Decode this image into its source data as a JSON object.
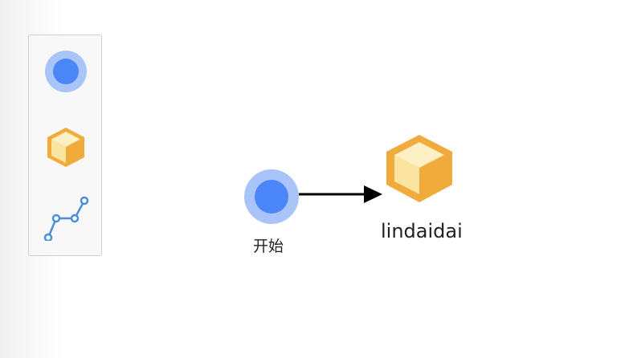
{
  "palette": {
    "items": [
      {
        "icon": "start-event-icon",
        "tool": "start-event"
      },
      {
        "icon": "cube-node-icon",
        "tool": "task-node"
      },
      {
        "icon": "polyline-edge-icon",
        "tool": "connection"
      }
    ]
  },
  "graph": {
    "nodes": [
      {
        "icon": "start-event-icon",
        "label": "开始"
      },
      {
        "icon": "cube-node-icon",
        "label": "lindaidai"
      }
    ],
    "edges": [
      {
        "from": "开始",
        "to": "lindaidai"
      }
    ]
  },
  "colors": {
    "start_fill": "#4a86f7",
    "start_ring": "#a9c4f8",
    "cube_orange": "#f0ab3c",
    "cube_light": "#fbe7a8",
    "edge_stroke": "#000000",
    "palette_line": "#4a90d9"
  }
}
